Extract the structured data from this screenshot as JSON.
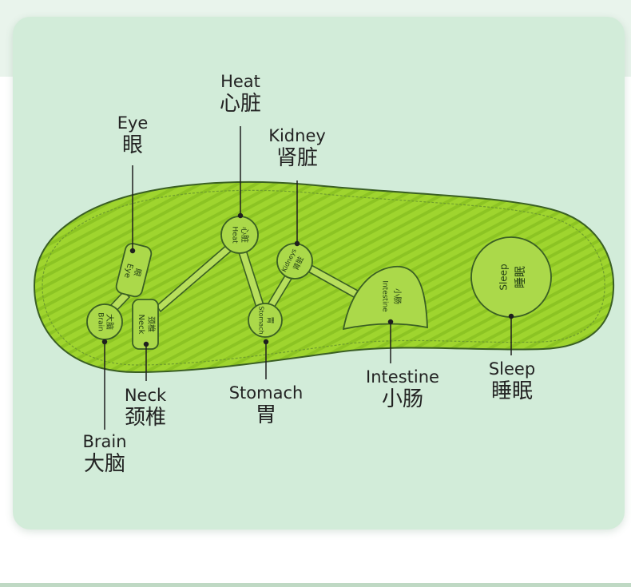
{
  "colors": {
    "card_background": "#d2ecd9",
    "insole_fill": "#9fd52e",
    "insole_stripe": "#88c21f",
    "outline": "#3a5f24",
    "zone_fill": "#abd94a",
    "leader_line": "#1f1f1f"
  },
  "zones": {
    "brain": {
      "en": "Brain",
      "zh": "大脑"
    },
    "eye": {
      "en": "Eye",
      "zh": "眼"
    },
    "neck": {
      "en": "Neck",
      "zh": "颈椎"
    },
    "heart": {
      "en": "Heat",
      "zh": "心脏"
    },
    "kidney": {
      "en": "Kidney",
      "zh": "肾脏"
    },
    "kidney_zone": {
      "en": "Kidneys",
      "zh": "肾脏"
    },
    "stomach": {
      "en": "Stomach",
      "zh": "胃"
    },
    "intestine": {
      "en": "Intestine",
      "zh": "小肠"
    },
    "sleep": {
      "en": "Sleep",
      "zh": "睡眠"
    }
  }
}
